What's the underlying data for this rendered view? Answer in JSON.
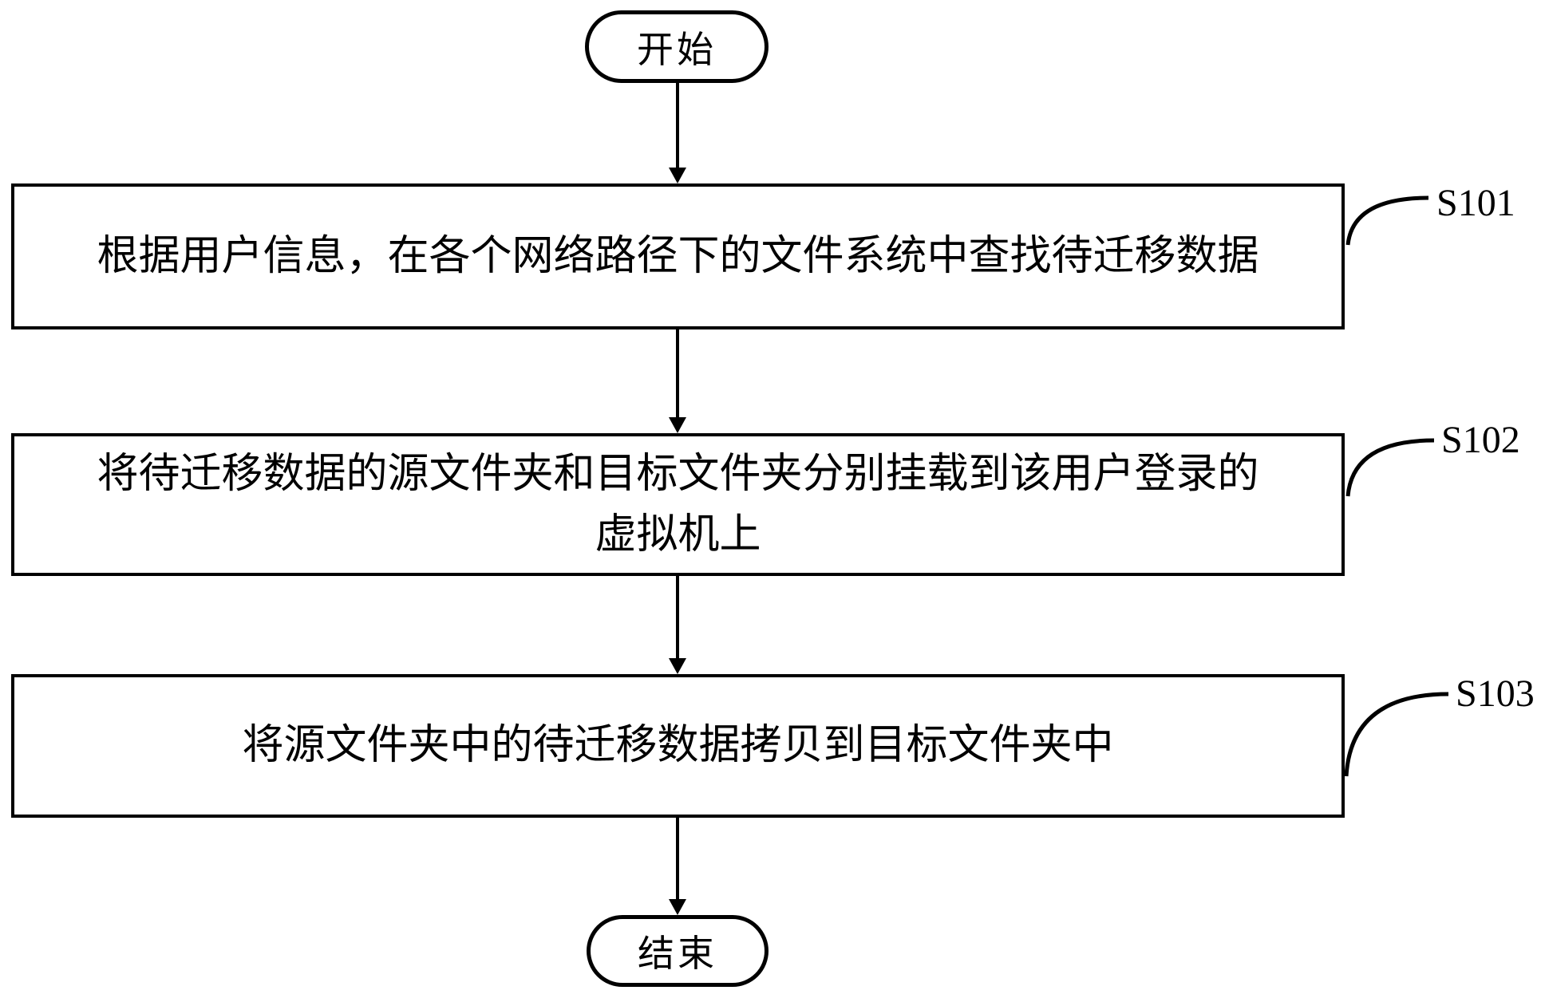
{
  "flowchart": {
    "type": "flowchart",
    "background_color": "#ffffff",
    "line_color": "#000000",
    "start_label": "开始",
    "end_label": "结束",
    "steps": [
      {
        "label": "S101",
        "text": "根据用户信息，在各个网络路径下的文件系统中查找待迁移数据"
      },
      {
        "label": "S102",
        "text": "将待迁移数据的源文件夹和目标文件夹分别挂载到该用户登录的\n虚拟机上"
      },
      {
        "label": "S103",
        "text": "将源文件夹中的待迁移数据拷贝到目标文件夹中"
      }
    ]
  }
}
